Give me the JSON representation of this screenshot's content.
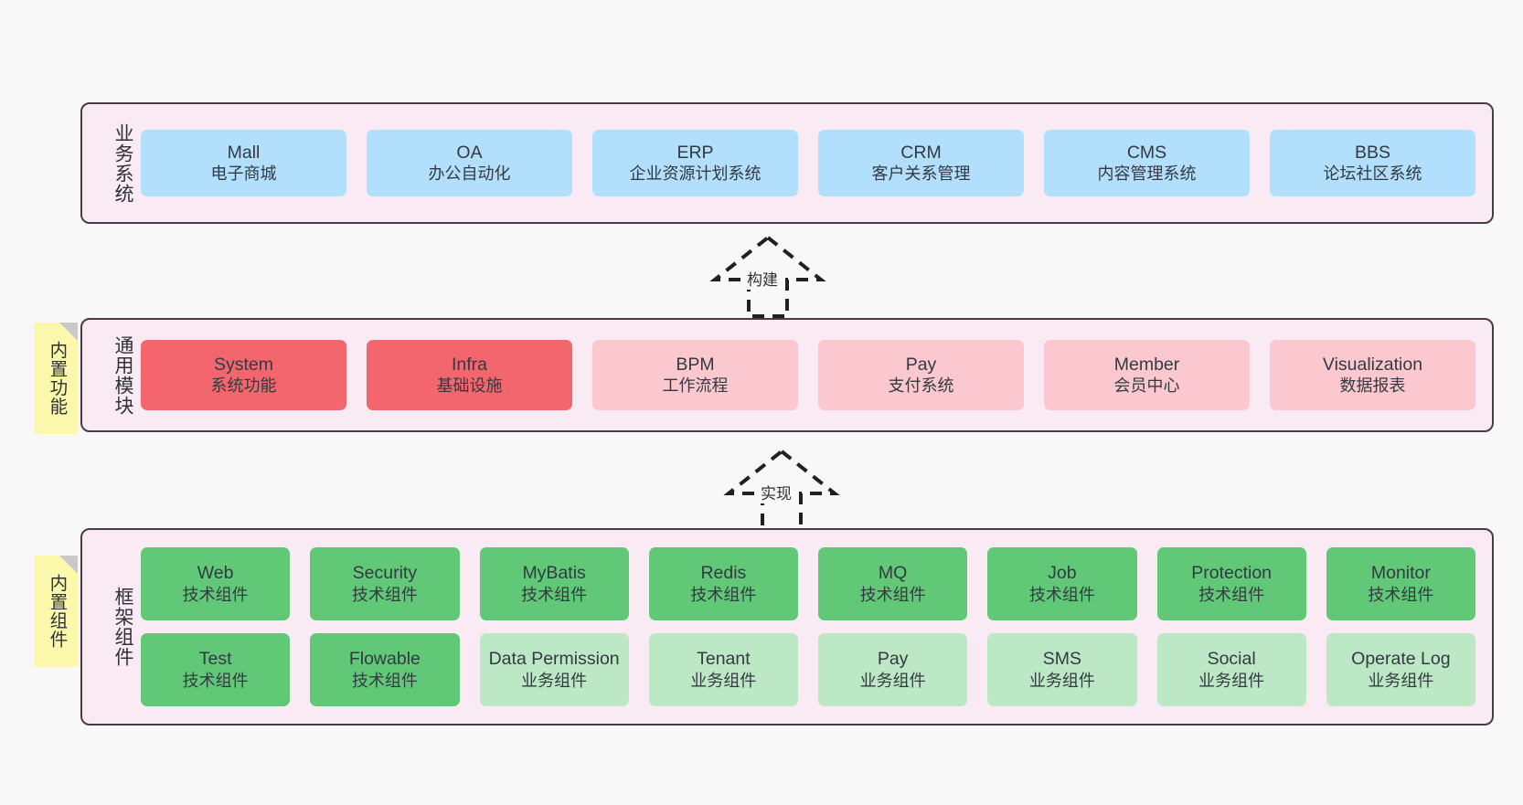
{
  "diagram": {
    "background_color": "#f8f8f8",
    "layer_fill": "#f9eaf4",
    "layer_border": "#4a3b46",
    "note_color": "#fcf8ab"
  },
  "layers": [
    {
      "id": "business",
      "title": "业务系统",
      "rows": [
        {
          "cells": [
            {
              "en": "Mall",
              "cn": "电子商城",
              "color": "#b2dffc",
              "style": "c-blue"
            },
            {
              "en": "OA",
              "cn": "办公自动化",
              "color": "#b2dffc",
              "style": "c-blue"
            },
            {
              "en": "ERP",
              "cn": "企业资源计划系统",
              "color": "#b2dffc",
              "style": "c-blue"
            },
            {
              "en": "CRM",
              "cn": "客户关系管理",
              "color": "#b2dffc",
              "style": "c-blue"
            },
            {
              "en": "CMS",
              "cn": "内容管理系统",
              "color": "#b2dffc",
              "style": "c-blue"
            },
            {
              "en": "BBS",
              "cn": "论坛社区系统",
              "color": "#b2dffc",
              "style": "c-blue"
            }
          ]
        }
      ]
    },
    {
      "id": "common",
      "title": "通用模块",
      "note": "内置功能",
      "rows": [
        {
          "cells": [
            {
              "en": "System",
              "cn": "系统功能",
              "color": "#f4666d",
              "style": "c-red"
            },
            {
              "en": "Infra",
              "cn": "基础设施",
              "color": "#f4666d",
              "style": "c-red"
            },
            {
              "en": "BPM",
              "cn": "工作流程",
              "color": "#fbc8cf",
              "style": "c-pink"
            },
            {
              "en": "Pay",
              "cn": "支付系统",
              "color": "#fbc8cf",
              "style": "c-pink"
            },
            {
              "en": "Member",
              "cn": "会员中心",
              "color": "#fbc8cf",
              "style": "c-pink"
            },
            {
              "en": "Visualization",
              "cn": "数据报表",
              "color": "#fbc8cf",
              "style": "c-pink"
            }
          ]
        }
      ]
    },
    {
      "id": "framework",
      "title": "框架组件",
      "note": "内置组件",
      "rows": [
        {
          "cells": [
            {
              "en": "Web",
              "cn": "技术组件",
              "color": "#61c878",
              "style": "c-green"
            },
            {
              "en": "Security",
              "cn": "技术组件",
              "color": "#61c878",
              "style": "c-green"
            },
            {
              "en": "MyBatis",
              "cn": "技术组件",
              "color": "#61c878",
              "style": "c-green"
            },
            {
              "en": "Redis",
              "cn": "技术组件",
              "color": "#61c878",
              "style": "c-green"
            },
            {
              "en": "MQ",
              "cn": "技术组件",
              "color": "#61c878",
              "style": "c-green"
            },
            {
              "en": "Job",
              "cn": "技术组件",
              "color": "#61c878",
              "style": "c-green"
            },
            {
              "en": "Protection",
              "cn": "技术组件",
              "color": "#61c878",
              "style": "c-green"
            },
            {
              "en": "Monitor",
              "cn": "技术组件",
              "color": "#61c878",
              "style": "c-green"
            }
          ]
        },
        {
          "cells": [
            {
              "en": "Test",
              "cn": "技术组件",
              "color": "#61c878",
              "style": "c-green"
            },
            {
              "en": "Flowable",
              "cn": "技术组件",
              "color": "#61c878",
              "style": "c-green"
            },
            {
              "en": "Data Permission",
              "cn": "业务组件",
              "color": "#bde8c6",
              "style": "c-lightgreen"
            },
            {
              "en": "Tenant",
              "cn": "业务组件",
              "color": "#bde8c6",
              "style": "c-lightgreen"
            },
            {
              "en": "Pay",
              "cn": "业务组件",
              "color": "#bde8c6",
              "style": "c-lightgreen"
            },
            {
              "en": "SMS",
              "cn": "业务组件",
              "color": "#bde8c6",
              "style": "c-lightgreen"
            },
            {
              "en": "Social",
              "cn": "业务组件",
              "color": "#bde8c6",
              "style": "c-lightgreen"
            },
            {
              "en": "Operate Log",
              "cn": "业务组件",
              "color": "#bde8c6",
              "style": "c-lightgreen"
            }
          ]
        }
      ]
    }
  ],
  "arrows": [
    {
      "id": "build",
      "label": "构建",
      "direction": "up",
      "style": "dashed-hollow-triangle"
    },
    {
      "id": "impl",
      "label": "实现",
      "direction": "up",
      "style": "dashed-hollow-triangle"
    }
  ]
}
